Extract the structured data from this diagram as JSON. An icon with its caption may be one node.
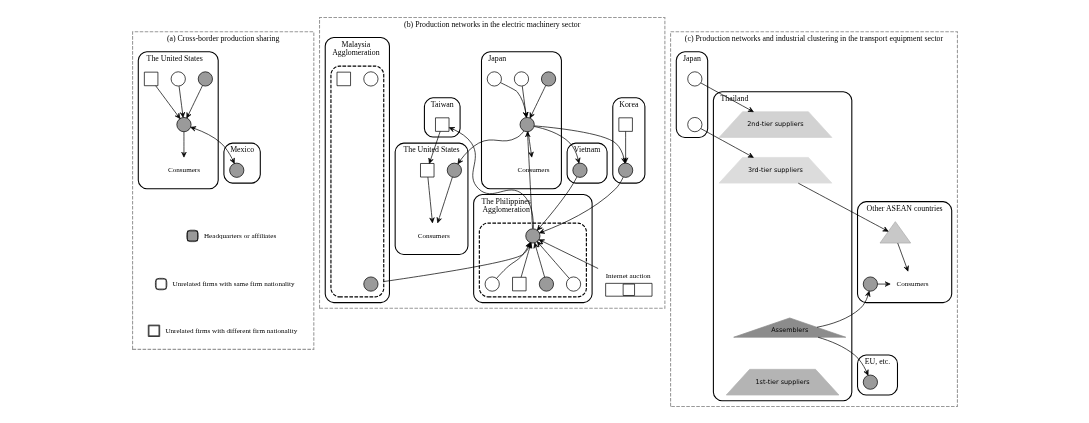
{
  "diagram": {
    "nodes": [
      {
        "text": [
          "(a) Cross-border production sharing"
        ]
      },
      {
        "text": [
          "The United States"
        ],
        "in": 0
      },
      {
        "text": [],
        "shape": "circle",
        "in": 1
      },
      {
        "text": [],
        "shape": "circle",
        "in": 1
      },
      {
        "text": [],
        "shape": "box",
        "in": 1
      },
      {
        "text": [],
        "shape": "circle",
        "in": 1
      },
      {
        "text": [
          "Consumers"
        ],
        "in": 1
      },
      {
        "text": [
          "Mexico"
        ],
        "in": 0
      },
      {
        "text": [],
        "shape": "circle",
        "in": 7
      },
      {
        "text": [
          "(b) Production networks in the electric machinery sector"
        ]
      },
      {
        "text": [
          "Japan"
        ],
        "in": 9
      },
      {
        "text": [],
        "shape": "circle",
        "in": 10
      },
      {
        "text": [],
        "shape": "circle",
        "in": 10
      },
      {
        "text": [],
        "shape": "circle",
        "in": 10
      },
      {
        "text": [],
        "shape": "circle",
        "in": 10
      },
      {
        "text": [
          "Consumers"
        ],
        "in": 10
      },
      {
        "text": [
          "Korea"
        ],
        "in": 9
      },
      {
        "text": [],
        "shape": "box",
        "in": 16
      },
      {
        "text": [],
        "shape": "circle",
        "in": 16
      },
      {
        "text": [
          "The United States"
        ],
        "in": 9
      },
      {
        "text": [],
        "shape": "circle",
        "in": 19
      },
      {
        "text": [],
        "shape": "box",
        "in": 19
      },
      {
        "text": [
          "Consumers"
        ],
        "in": 19
      },
      {
        "text": [
          "Taiwan"
        ],
        "in": 9
      },
      {
        "text": [],
        "shape": "box",
        "in": 23
      },
      {
        "text": [
          "Vietnam"
        ],
        "in": 9
      },
      {
        "text": [],
        "shape": "circle",
        "in": 25
      },
      {
        "text": [
          "The Philippines",
          "Agglomeration"
        ],
        "in": 9
      },
      {
        "text": [],
        "shape": "ellipse",
        "in": 27
      },
      {
        "text": [],
        "shape": "circle",
        "in": 28
      },
      {
        "text": [],
        "shape": "circle",
        "in": 28
      },
      {
        "text": [],
        "shape": "circle",
        "in": 28
      },
      {
        "text": [],
        "shape": "circle",
        "in": 28
      },
      {
        "text": [],
        "shape": "box",
        "in": 28
      },
      {
        "text": [
          "Malaysia",
          "Agglomeration"
        ],
        "in": 9
      },
      {
        "text": [],
        "shape": "ellipse",
        "in": 34
      },
      {
        "text": [],
        "shape": "circle",
        "in": 35
      },
      {
        "text": [],
        "shape": "circle",
        "in": 35
      },
      {
        "text": [],
        "shape": "box",
        "in": 35
      },
      {
        "text": [],
        "shape": "box",
        "beside": [
          "Internet auction"
        ],
        "in": 9
      },
      {
        "text": [
          "(c) Production networks and industrial clustering in the transport equipment sector"
        ]
      },
      {
        "text": [
          "Japan"
        ],
        "in": 40
      },
      {
        "text": [],
        "shape": "circle",
        "in": 41
      },
      {
        "text": [],
        "shape": "circle",
        "in": 41
      },
      {
        "text": [
          "EU, etc."
        ],
        "in": 40
      },
      {
        "text": [],
        "shape": "circle",
        "in": 44
      },
      {
        "text": [
          "Thailand"
        ],
        "in": 40
      },
      {
        "text": [
          "Assemblers"
        ],
        "in": 46
      },
      {
        "text": [
          "1st-tier suppliers"
        ],
        "in": 46
      },
      {
        "text": [
          "2nd-tier suppliers"
        ],
        "in": 46
      },
      {
        "text": [
          "3rd-tier suppliers"
        ],
        "in": 46
      },
      {
        "text": [
          "Other ASEAN countries"
        ],
        "in": 40
      },
      {
        "text": [],
        "shape": "circle",
        "in": 51
      },
      {
        "text": [
          "Consumers"
        ],
        "in": 51
      },
      {
        "text": [],
        "shape": "triangle",
        "in": 51
      }
    ],
    "edges": [
      {
        "from": 2,
        "to": 5,
        "arrow": "to"
      },
      {
        "from": 3,
        "to": 5,
        "arrow": "to"
      },
      {
        "from": 4,
        "to": 5,
        "arrow": "to"
      },
      {
        "from": 5,
        "to": 6,
        "arrow": "to"
      },
      {
        "from": 5,
        "to": 8,
        "arrow": "both"
      },
      {
        "from": 11,
        "to": 14,
        "arrow": "to"
      },
      {
        "from": 12,
        "to": 14,
        "arrow": "to"
      },
      {
        "from": 13,
        "to": 14,
        "arrow": "to"
      },
      {
        "from": 14,
        "to": 15,
        "arrow": "to"
      },
      {
        "from": 14,
        "to": 18,
        "arrow": "to"
      },
      {
        "from": 14,
        "to": 20,
        "arrow": "to"
      },
      {
        "from": 14,
        "to": 26,
        "arrow": "to"
      },
      {
        "from": 17,
        "to": 18,
        "arrow": "to"
      },
      {
        "from": 20,
        "to": 22,
        "arrow": "to"
      },
      {
        "from": 21,
        "to": 22,
        "arrow": "to"
      },
      {
        "from": 24,
        "to": 21,
        "arrow": "to"
      },
      {
        "from": 18,
        "to": 29,
        "arrow": "to"
      },
      {
        "from": 26,
        "to": 29,
        "arrow": "to"
      },
      {
        "from": 29,
        "to": 14,
        "arrow": "to"
      },
      {
        "from": 29,
        "to": 24,
        "arrow": "to"
      },
      {
        "from": 35,
        "to": 29,
        "arrow": "to"
      },
      {
        "from": 30,
        "to": 29,
        "arrow": "to"
      },
      {
        "from": 31,
        "to": 29,
        "arrow": "to"
      },
      {
        "from": 32,
        "to": 29,
        "arrow": "to"
      },
      {
        "from": 33,
        "to": 29,
        "arrow": "to"
      },
      {
        "from": 39,
        "to": 29,
        "arrow": "to"
      },
      {
        "from": 42,
        "to": 49,
        "arrow": "to"
      },
      {
        "from": 43,
        "to": 50,
        "arrow": "to"
      },
      {
        "from": 47,
        "to": 45,
        "arrow": "to"
      },
      {
        "from": 47,
        "to": 52,
        "arrow": "to"
      },
      {
        "from": 50,
        "to": 54,
        "arrow": "to"
      },
      {
        "from": 52,
        "to": 53,
        "arrow": "to"
      },
      {
        "from": 54,
        "to": 53,
        "arrow": "to"
      }
    ],
    "legend": [
      {
        "text": "Headquarters or affiliates"
      },
      {
        "text": "Unrelated firms with same firm nationality"
      },
      {
        "text": "Unrelated firms with different firm nationality"
      }
    ]
  }
}
